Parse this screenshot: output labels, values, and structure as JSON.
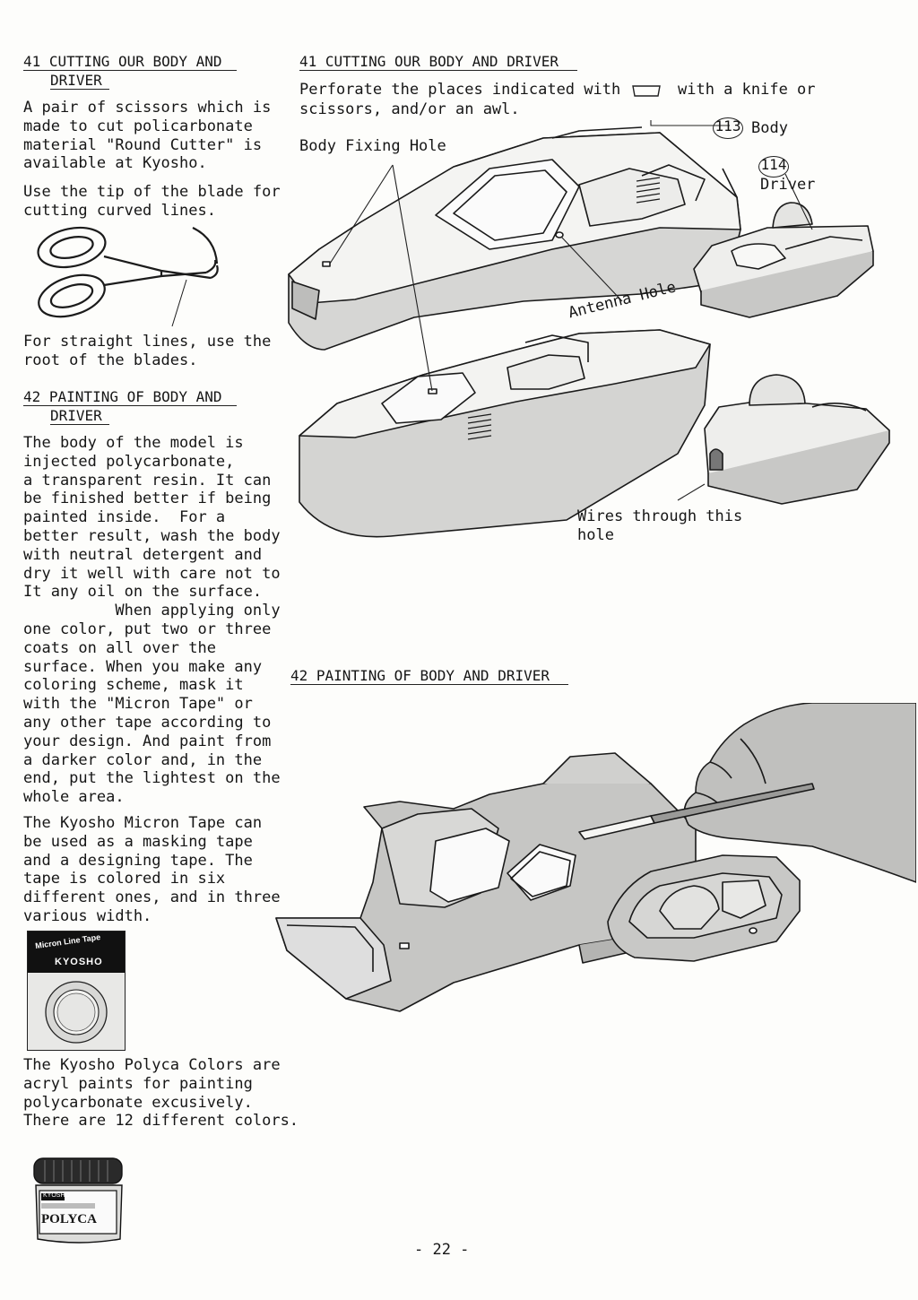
{
  "left": {
    "h41_line1": "41 CUTTING OUR BODY AND",
    "h41_line2": "DRIVER",
    "p1": "A pair of scissors which is\nmade to cut policarbonate\nmaterial \"Round Cutter\" is\navailable at Kyosho.",
    "p2": "Use the tip of the blade for\ncutting curved lines.",
    "p3": "For straight lines, use the\nroot of the blades.",
    "h42_line1": "42 PAINTING OF BODY AND",
    "h42_line2": "DRIVER",
    "p4": "The body of the model is\ninjected polycarbonate,\na transparent resin. It can\nbe finished better if being\npainted inside.  For a\nbetter result, wash the body\nwith neutral detergent and\ndry it well with care not to\nIt any oil on the surface.\n          When applying only\none color, put two or three\ncoats on all over the\nsurface. When you make any\ncoloring scheme, mask it\nwith the \"Micron Tape\" or\nany other tape according to\nyour design. And paint from\na darker color and, in the\nend, put the lightest on the\nwhole area.",
    "p5": "The Kyosho Micron Tape can\nbe used as a masking tape\nand a designing tape. The\ntape is colored in six\ndifferent ones, and in three\nvarious width.",
    "p6": "The Kyosho Polyca Colors are\nacryl paints for painting\npolycarbonate excusively.\nThere are 12 different colors.",
    "tape_box_title": "Micron Line Tape",
    "tape_box_brand": "KYOSHO",
    "jar_brand": "KYOSHO",
    "jar_name": "POLYCA"
  },
  "right": {
    "h41": "41 CUTTING OUR BODY AND DRIVER",
    "instr_part1": "Perforate the places indicated with",
    "instr_part2": "with a knife or",
    "instr_line2": "scissors, and/or an awl.",
    "part_113_num": "113",
    "part_113_label": "Body",
    "part_114_num": "114",
    "part_114_label": "Driver",
    "body_fixing_hole": "Body Fixing Hole",
    "antenna_hole": "Antenna Hole",
    "wires_label": "Wires through this\nhole",
    "h42": "42 PAINTING OF BODY AND DRIVER"
  },
  "page_number": "- 22 -"
}
